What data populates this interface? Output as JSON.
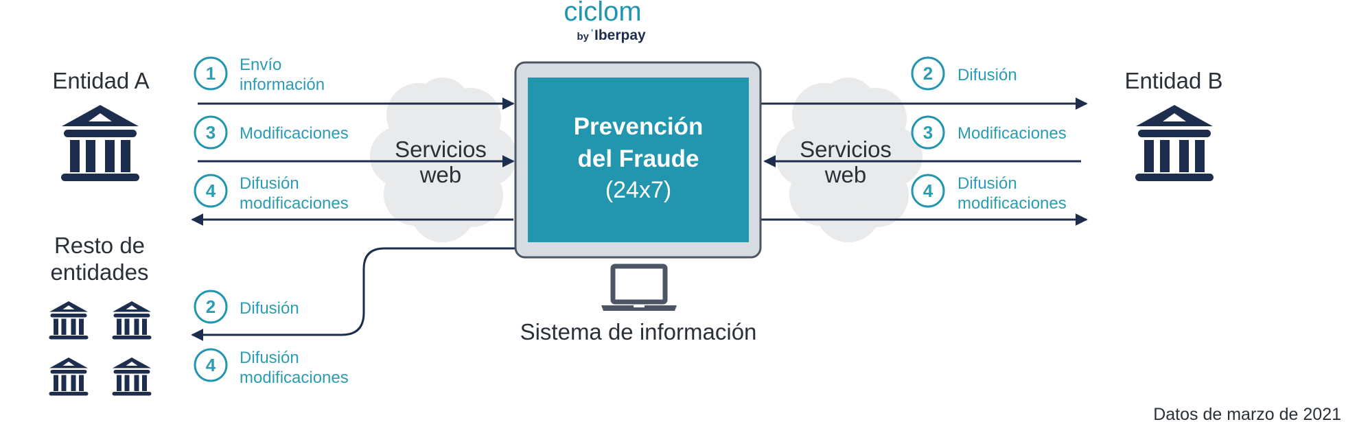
{
  "logo": {
    "name": "ciclom",
    "byline_by": "by",
    "byline_brand": "Iberpay",
    "byline_mark": "'"
  },
  "entity_a": {
    "label": "Entidad A"
  },
  "entity_b": {
    "label": "Entidad B"
  },
  "rest": {
    "label_line1": "Resto de",
    "label_line2": "entidades"
  },
  "center": {
    "title_line1": "Prevención",
    "title_line2": "del Fraude",
    "subtitle": "(24x7)"
  },
  "system_label": "Sistema de información",
  "clouds": {
    "left": {
      "line1": "Servicios",
      "line2": "web"
    },
    "right": {
      "line1": "Servicios",
      "line2": "web"
    }
  },
  "left_steps": [
    {
      "num": "1",
      "line1": "Envío",
      "line2": "información"
    },
    {
      "num": "3",
      "line1": "Modificaciones",
      "line2": ""
    },
    {
      "num": "4",
      "line1": "Difusión",
      "line2": "modificaciones"
    }
  ],
  "right_steps": [
    {
      "num": "2",
      "line1": "Difusión",
      "line2": ""
    },
    {
      "num": "3",
      "line1": "Modificaciones",
      "line2": ""
    },
    {
      "num": "4",
      "line1": "Difusión",
      "line2": "modificaciones"
    }
  ],
  "rest_steps": [
    {
      "num": "2",
      "line1": "Difusión",
      "line2": ""
    },
    {
      "num": "4",
      "line1": "Difusión",
      "line2": "modificaciones"
    }
  ],
  "footer": "Datos de marzo de 2021",
  "colors": {
    "navy": "#1d2d4e",
    "teal": "#2196ae",
    "monitor": "#d7dce3",
    "cloud": "#e8eaeb"
  }
}
